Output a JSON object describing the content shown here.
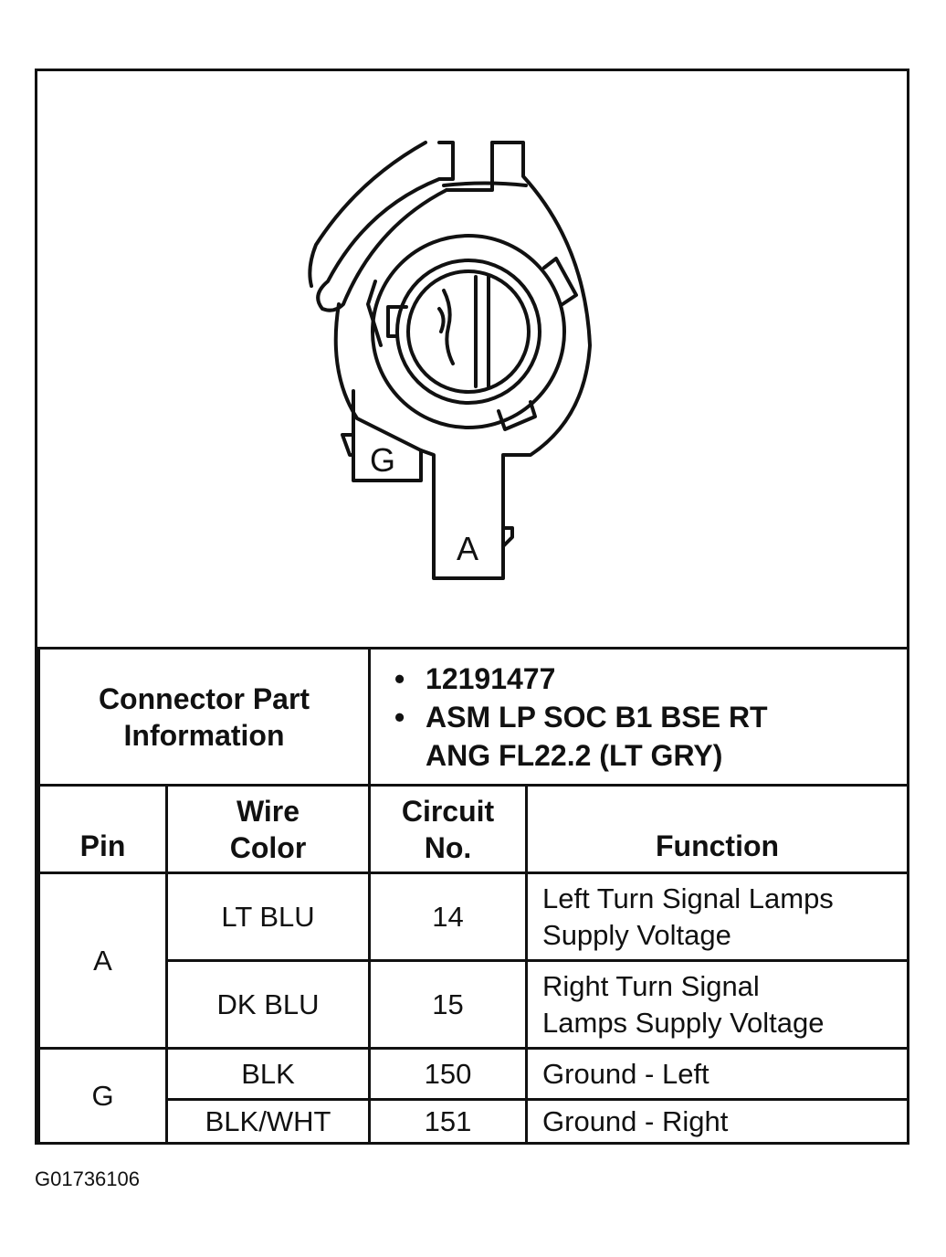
{
  "connector_image": {
    "terminal_labels": [
      "G",
      "A"
    ]
  },
  "part_info": {
    "label_line1": "Connector Part",
    "label_line2": "Information",
    "items": [
      "12191477",
      "ASM LP SOC B1 BSE RT",
      "ANG FL22.2 (LT GRY)"
    ]
  },
  "table": {
    "headers": {
      "pin": "Pin",
      "wire_line1": "Wire",
      "wire_line2": "Color",
      "circuit_line1": "Circuit",
      "circuit_line2": "No.",
      "function": "Function"
    },
    "rows": [
      {
        "pin": "A",
        "wire": "LT BLU",
        "circuit": "14",
        "function_line1": "Left Turn Signal Lamps",
        "function_line2": "Supply Voltage"
      },
      {
        "pin": "A",
        "wire": "DK BLU",
        "circuit": "15",
        "function_line1": "Right Turn Signal",
        "function_line2": "Lamps Supply Voltage"
      },
      {
        "pin": "G",
        "wire": "BLK",
        "circuit": "150",
        "function_line1": "Ground - Left",
        "function_line2": ""
      },
      {
        "pin": "G",
        "wire": "BLK/WHT",
        "circuit": "151",
        "function_line1": "Ground - Right",
        "function_line2": ""
      }
    ]
  },
  "figure_id": "G01736106"
}
